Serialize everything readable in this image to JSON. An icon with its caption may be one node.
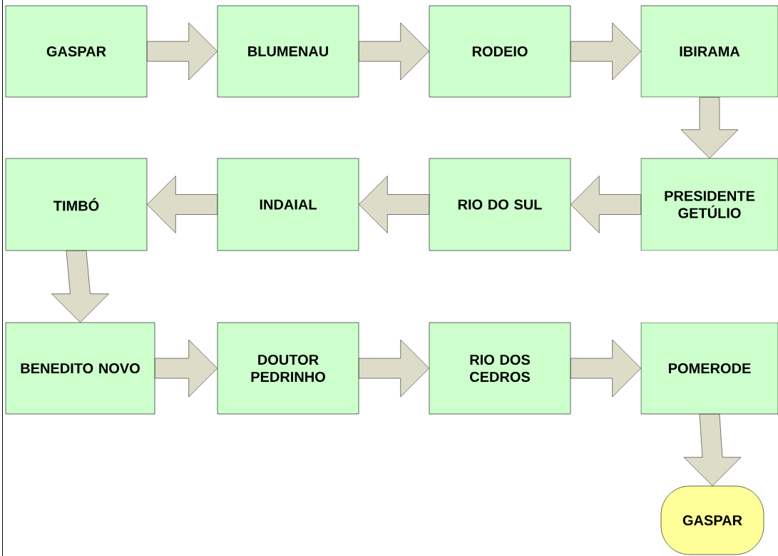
{
  "diagram": {
    "nodes": [
      {
        "text": [
          "GASPAR"
        ]
      },
      {
        "text": [
          "BLUMENAU"
        ]
      },
      {
        "text": [
          "RODEIO"
        ]
      },
      {
        "text": [
          "IBIRAMA"
        ]
      },
      {
        "text": [
          "PRESIDENTE GETÚLIO"
        ]
      },
      {
        "text": [
          "RIO DO SUL"
        ]
      },
      {
        "text": [
          "INDAIAL"
        ]
      },
      {
        "text": [
          "TIMBÓ"
        ]
      },
      {
        "text": [
          "BENEDITO NOVO"
        ]
      },
      {
        "text": [
          "DOUTOR PEDRINHO"
        ]
      },
      {
        "text": [
          "RIO DOS CEDROS"
        ]
      },
      {
        "text": [
          "POMERODE"
        ]
      },
      {
        "text": [
          "GASPAR"
        ]
      }
    ],
    "edges": [
      {
        "from": 0,
        "to": 1,
        "arrow": "to"
      },
      {
        "from": 1,
        "to": 2,
        "arrow": "to"
      },
      {
        "from": 2,
        "to": 3,
        "arrow": "to"
      },
      {
        "from": 3,
        "to": 4,
        "arrow": "to"
      },
      {
        "from": 4,
        "to": 5,
        "arrow": "to"
      },
      {
        "from": 5,
        "to": 6,
        "arrow": "to"
      },
      {
        "from": 6,
        "to": 7,
        "arrow": "to"
      },
      {
        "from": 7,
        "to": 8,
        "arrow": "to"
      },
      {
        "from": 8,
        "to": 9,
        "arrow": "to"
      },
      {
        "from": 9,
        "to": 10,
        "arrow": "to"
      },
      {
        "from": 10,
        "to": 11,
        "arrow": "to"
      },
      {
        "from": 11,
        "to": 12,
        "arrow": "to"
      }
    ]
  }
}
